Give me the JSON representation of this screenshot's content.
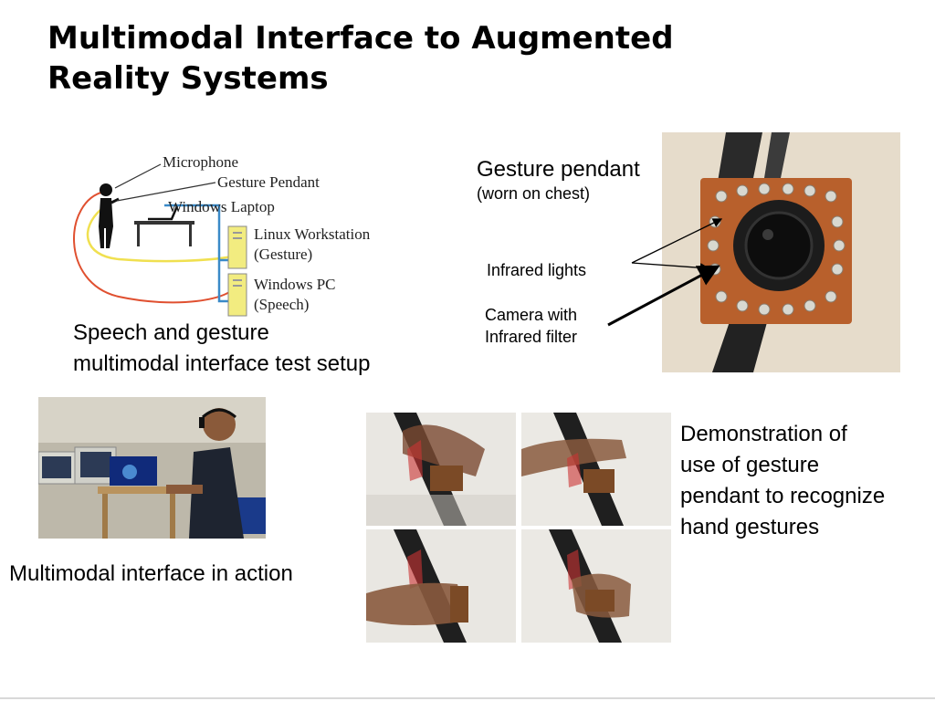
{
  "slide": {
    "title_line1": "Multimodal Interface to Augmented",
    "title_line2": "Reality Systems"
  },
  "diagram": {
    "labels": {
      "microphone": "Microphone",
      "gesture_pendant": "Gesture Pendant",
      "windows_laptop": "Windows Laptop",
      "linux_workstation": "Linux Workstation",
      "linux_role": "(Gesture)",
      "windows_pc": "Windows PC",
      "windows_role": "(Speech)"
    },
    "caption_line1": "Speech and gesture",
    "caption_line2": "multimodal interface test setup",
    "colors": {
      "red_cable": "#e05030",
      "yellow_cable": "#f0e050",
      "blue_cable": "#3a8ac8",
      "tower": "#f2ec80"
    }
  },
  "pendant": {
    "title": "Gesture pendant",
    "subtitle": "(worn on chest)",
    "label_lights": "Infrared lights",
    "label_camera_line1": "Camera with",
    "label_camera_line2": "Infrared filter",
    "colors": {
      "board": "#b8602c",
      "wall": "#e6dccb"
    }
  },
  "action": {
    "caption": "Multimodal interface in action"
  },
  "demo": {
    "caption_line1": "Demonstration of",
    "caption_line2": "use of gesture",
    "caption_line3": "pendant to recognize",
    "caption_line4": "hand gestures",
    "frames": [
      "frame-1",
      "frame-2",
      "frame-3",
      "frame-4"
    ]
  }
}
